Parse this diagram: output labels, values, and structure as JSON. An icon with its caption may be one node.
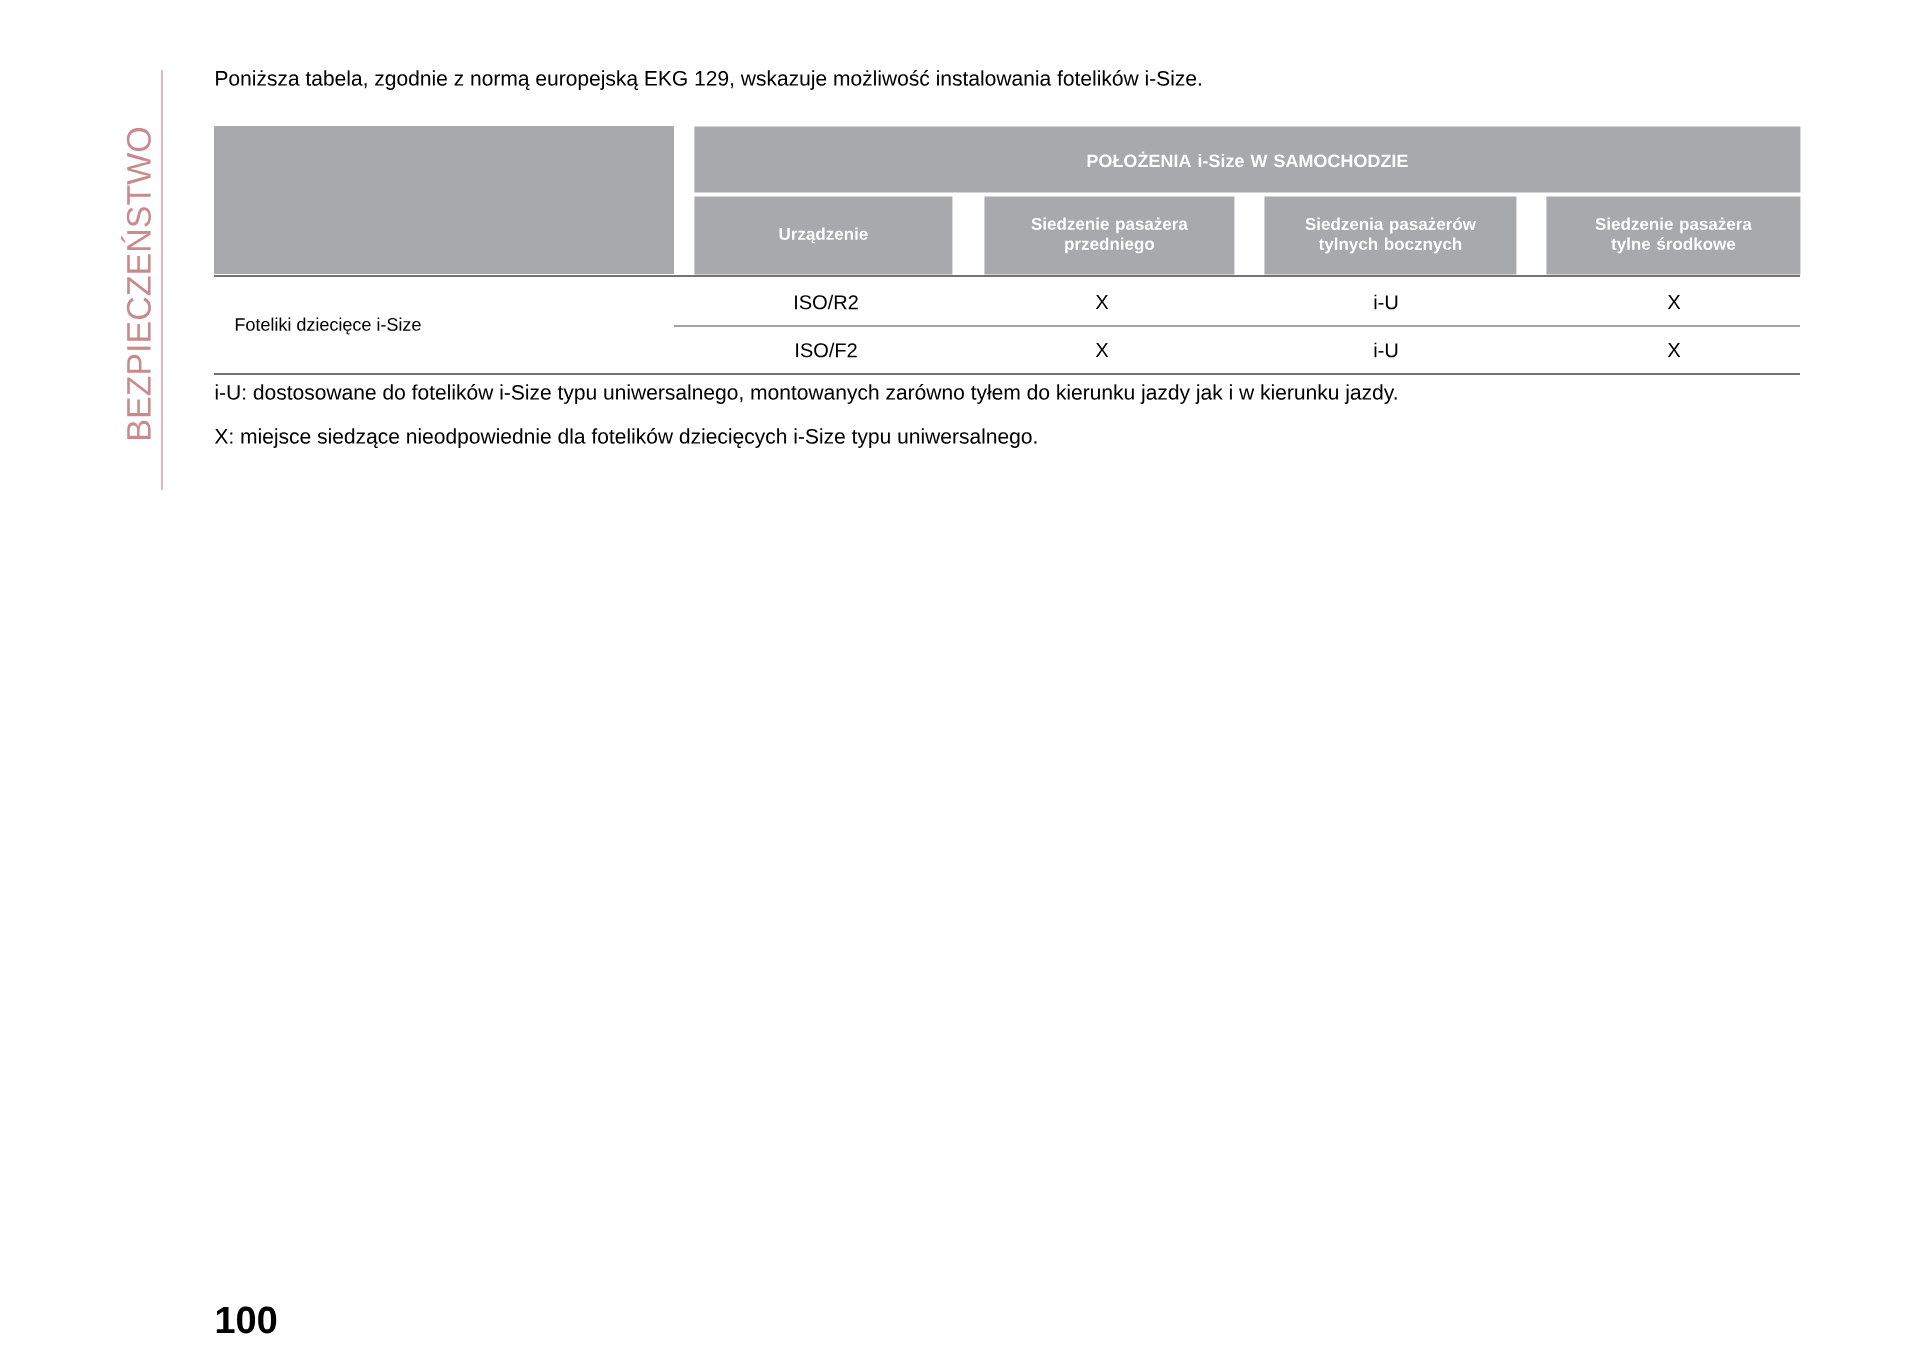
{
  "diagram": {
    "labels": [
      "BEZPIECZEŃSTWO",
      "Poniższa tabela, zgodnie z normą europejską EKG 129, wskazuje możliwość instalowania fotelików i-Size.",
      "POŁOŻENIA i-Size W SAMOCHODZIE",
      "Urządzenie",
      "Siedzenie pasażera przedniego",
      "Siedzenia pasażerów tylnych bocznych",
      "Siedzenie pasażera tylne środkowe",
      "Foteliki dziecięce i-Size",
      "ISO/R2",
      "X",
      "i-U",
      "X",
      "ISO/F2",
      "X",
      "i-U",
      "X",
      "i-U: dostosowane do fotelików i-Size typu uniwersalnego, montowanych zarówno tyłem do kierunku jazdy jak i w kierunku jazdy.",
      "X: miejsce siedzące nieodpowiednie dla fotelików dziecięcych i-Size typu uniwersalnego.",
      "100"
    ]
  }
}
